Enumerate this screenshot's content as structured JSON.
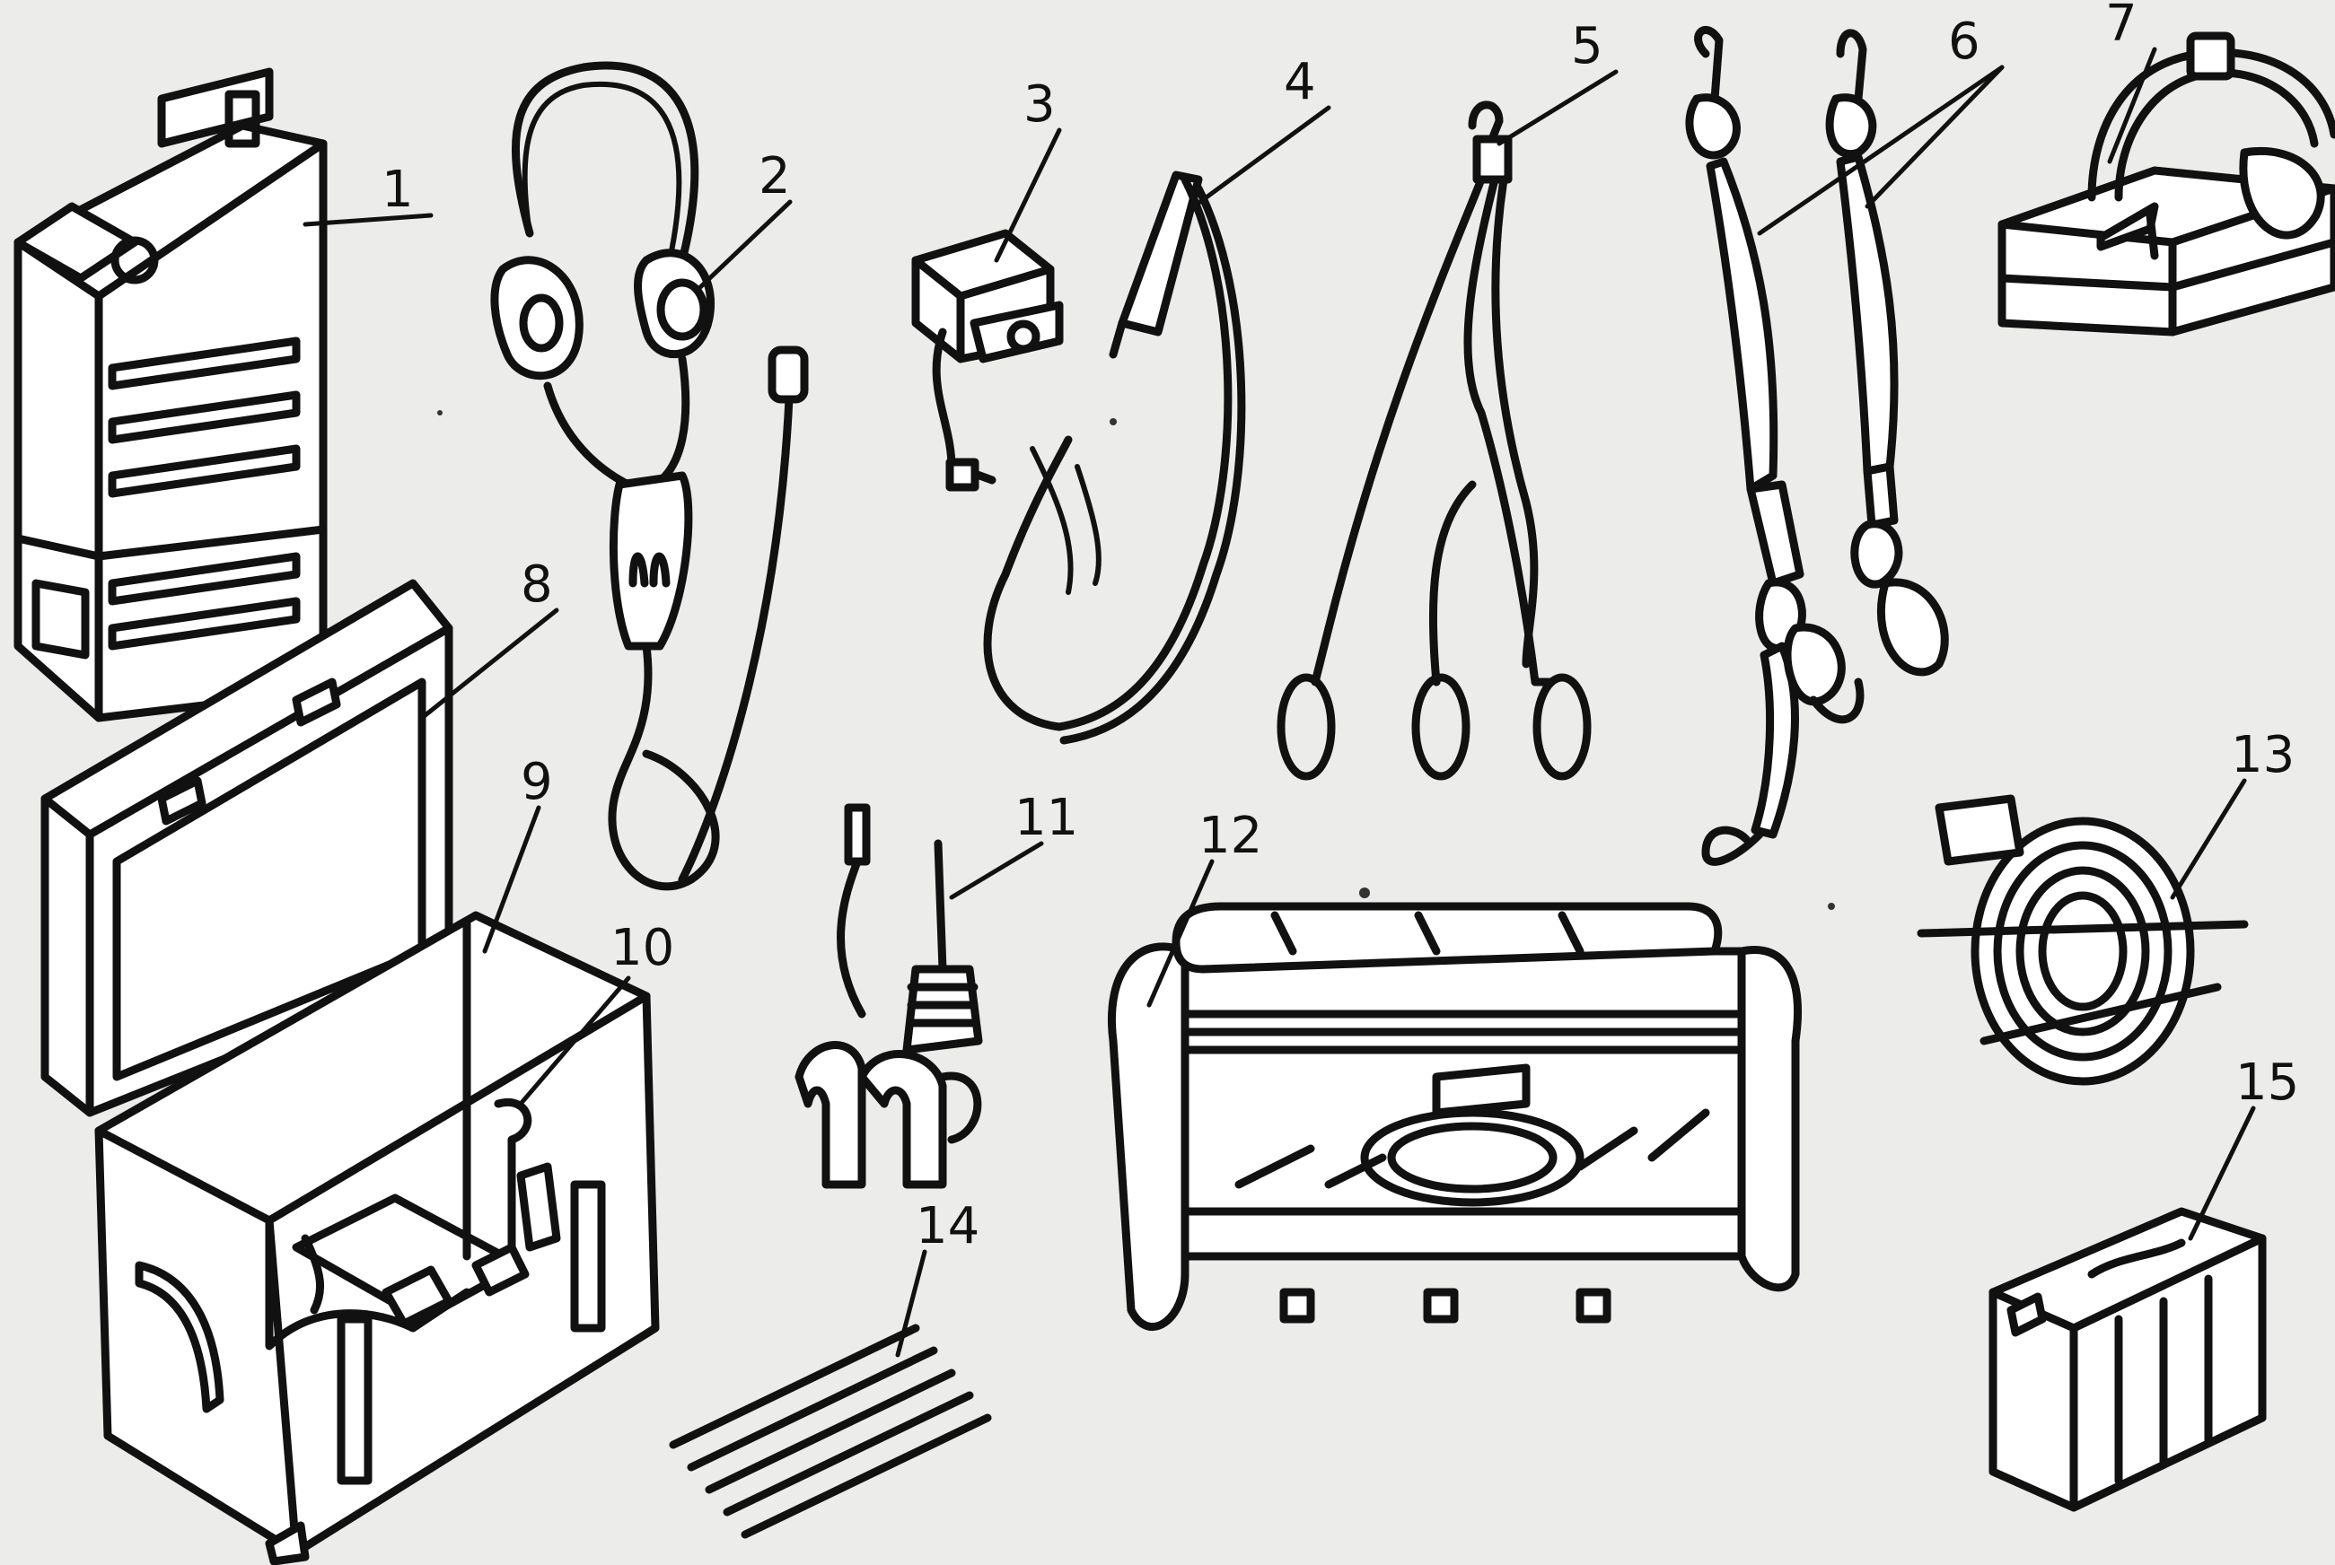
{
  "callouts": [
    {
      "id": "1",
      "label": "1"
    },
    {
      "id": "2",
      "label": "2"
    },
    {
      "id": "3",
      "label": "3"
    },
    {
      "id": "4",
      "label": "4"
    },
    {
      "id": "5",
      "label": "5"
    },
    {
      "id": "6",
      "label": "6"
    },
    {
      "id": "7",
      "label": "7"
    },
    {
      "id": "8",
      "label": "8"
    },
    {
      "id": "9",
      "label": "9"
    },
    {
      "id": "10",
      "label": "10"
    },
    {
      "id": "11",
      "label": "11"
    },
    {
      "id": "12",
      "label": "12"
    },
    {
      "id": "13",
      "label": "13"
    },
    {
      "id": "14",
      "label": "14"
    },
    {
      "id": "15",
      "label": "15"
    }
  ],
  "colors": {
    "ink": "#111111",
    "paper": "#ececea"
  }
}
